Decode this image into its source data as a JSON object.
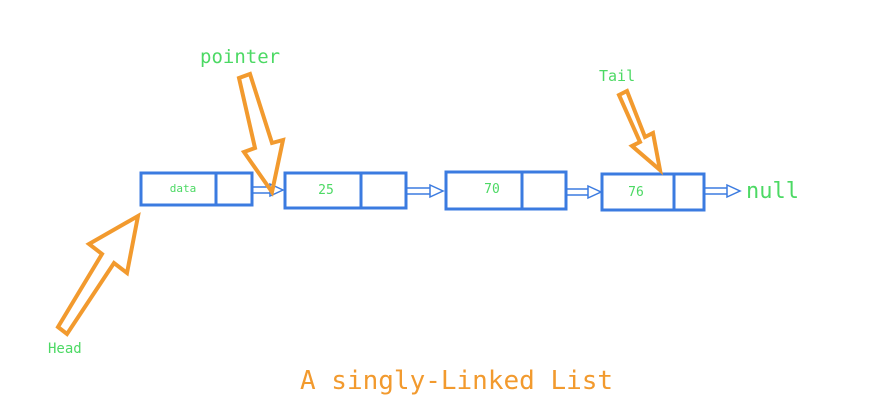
{
  "labels": {
    "pointer": "pointer",
    "tail": "Tail",
    "head": "Head",
    "null": "null",
    "title": "A singly-Linked List"
  },
  "nodes": [
    {
      "value": "data"
    },
    {
      "value": "25"
    },
    {
      "value": "70"
    },
    {
      "value": "76"
    }
  ],
  "colors": {
    "box": "#3b7be0",
    "label_green": "#4cd964",
    "arrow_orange": "#f29a2e",
    "title_orange": "#f29a2e",
    "text": "#4cd964"
  }
}
